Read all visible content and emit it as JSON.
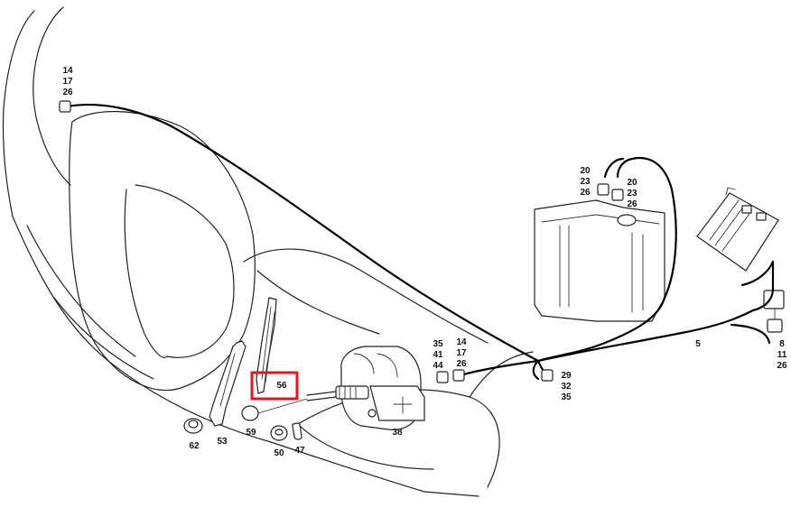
{
  "callouts": {
    "c1": [
      "14",
      "17",
      "26"
    ],
    "c2": [
      "20",
      "23",
      "26"
    ],
    "c3": [
      "20",
      "23",
      "26"
    ],
    "c4": [
      "35",
      "41",
      "44"
    ],
    "c5": [
      "14",
      "17",
      "26"
    ],
    "c6": [
      "29",
      "32",
      "35"
    ],
    "c7": [
      "8",
      "11",
      "26"
    ],
    "n5": "5",
    "n38": "38",
    "n47": "47",
    "n50": "50",
    "n53": "53",
    "n56": "56",
    "n59": "59",
    "n62": "62"
  },
  "highlight": {
    "part": "56",
    "color": "#e8141b"
  }
}
